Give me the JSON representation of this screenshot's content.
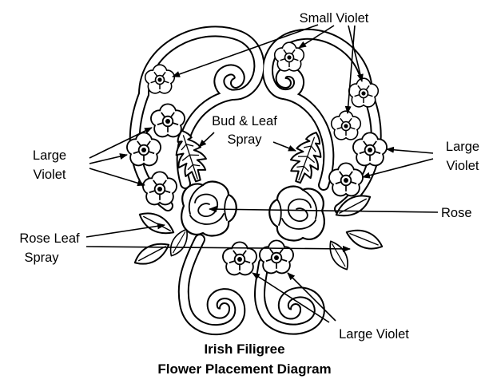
{
  "labels": {
    "small_violet": "Small Violet",
    "bud_leaf_spray": [
      "Bud & Leaf",
      "Spray"
    ],
    "large_violet_left": [
      "Large",
      "Violet"
    ],
    "large_violet_right": [
      "Large",
      "Violet"
    ],
    "rose": "Rose",
    "rose_leaf_spray": [
      "Rose Leaf",
      "Spray"
    ],
    "large_violet_bottom": "Large Violet"
  },
  "title": {
    "line1": "Irish Filigree",
    "line2": "Flower Placement Diagram"
  },
  "colors": {
    "ink": "#000000",
    "paper": "#ffffff"
  }
}
